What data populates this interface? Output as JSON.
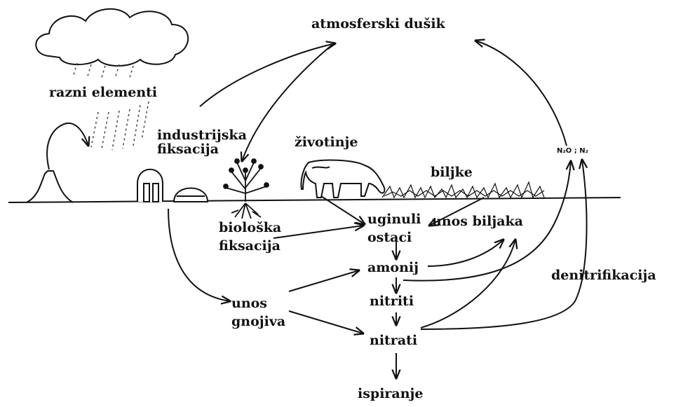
{
  "diagram": {
    "labels": {
      "atmospheric_nitrogen": "atmosferski dušik",
      "various_elements": "razni elementi",
      "industrial_fixation": "industrijska fiksacija",
      "animals": "životinje",
      "plants": "biljke",
      "n2o_n2": "N₂O ; N₂",
      "biological_fixation": "biološka fiksacija",
      "dead_remains": "uginuli ostaci",
      "plant_uptake": "unos biljaka",
      "ammonium": "amonij",
      "nitrites": "nitriti",
      "nitrates": "nitrati",
      "fertilizer_input": "unos gnojiva",
      "denitrification": "denitrifikacija",
      "leaching": "ispiranje"
    },
    "colors": {
      "ink": "#111111",
      "background": "#ffffff"
    }
  }
}
